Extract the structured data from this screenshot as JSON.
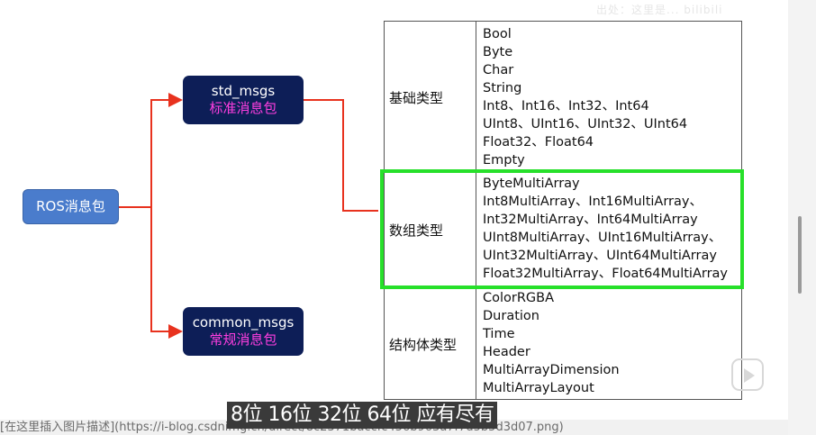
{
  "watermark": "出处：这里是... bilibili",
  "diagram": {
    "root": "ROS消息包",
    "std": {
      "title": "std_msgs",
      "subtitle": "标准消息包"
    },
    "common": {
      "title": "common_msgs",
      "subtitle": "常规消息包"
    },
    "categories": [
      {
        "label": "基础类型",
        "items": [
          "Bool",
          "Byte",
          "Char",
          "String",
          "Int8、Int16、Int32、Int64",
          "UInt8、UInt16、UInt32、UInt64",
          "Float32、Float64",
          "Empty"
        ]
      },
      {
        "label": "数组类型",
        "items": [
          "ByteMultiArray",
          "Int8MultiArray、Int16MultiArray、",
          "Int32MultiArray、Int64MultiArray",
          "UInt8MultiArray、UInt16MultiArray、",
          "UInt32MultiArray、UInt64MultiArray",
          "Float32MultiArray、Float64MultiArray"
        ]
      },
      {
        "label": "结构体类型",
        "items": [
          "ColorRGBA",
          "Duration",
          "Time",
          "Header",
          "MultiArrayDimension",
          "MultiArrayLayout"
        ]
      }
    ]
  },
  "subtitle": "8位 16位 32位 64位 应有尽有",
  "bottom_text": "[在这里插入图片描述](https://i-blog.csdnimg.cn/direct/8c2371baccfc456b963a7f7d5b5d3d07.png)",
  "colors": {
    "root_box": "#4a7ccc",
    "dark_box": "#0d1e57",
    "subtitle_pink": "#ff3ee0",
    "arrow_red": "#e8321e",
    "highlight_green": "#27e02a"
  },
  "icons": {
    "play": "play-icon"
  }
}
